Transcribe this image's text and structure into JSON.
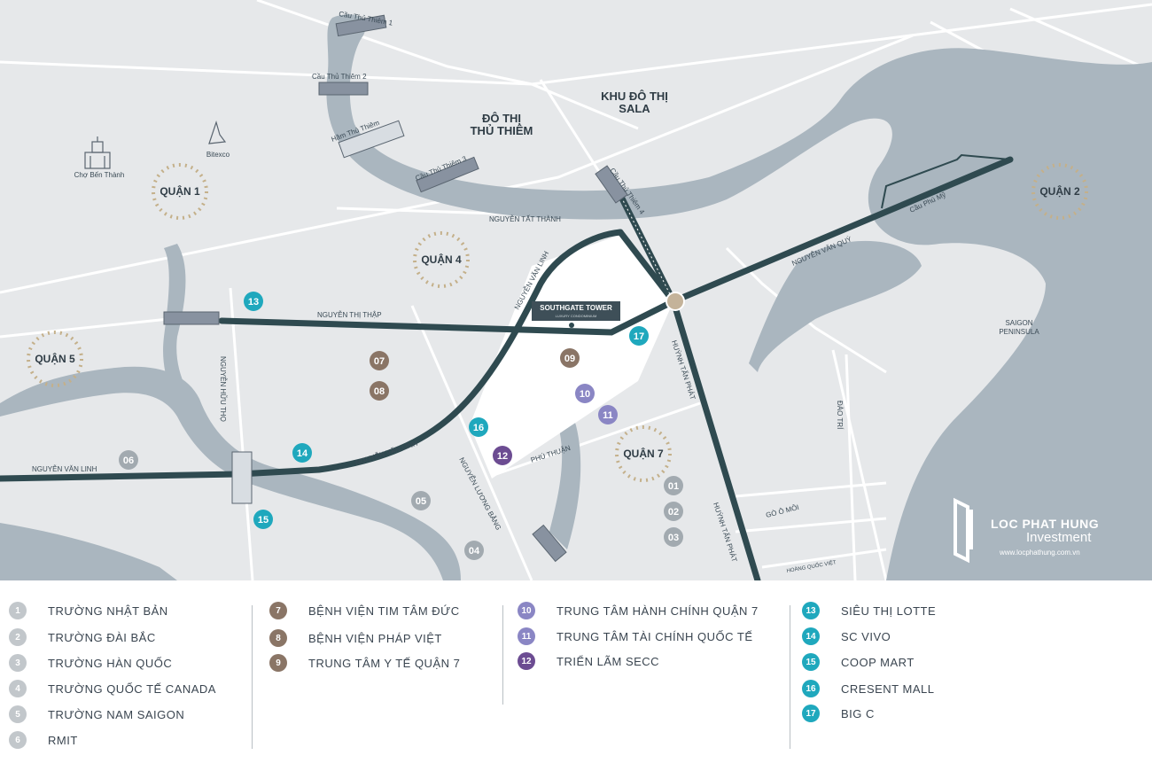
{
  "colors": {
    "land": "#e6e8ea",
    "water": "#aab6bf",
    "road_major": "#2f4a50",
    "project": "#ffffff",
    "brown": "#8a7566",
    "purple_light": "#8a86c4",
    "purple_dark": "#6c4c92",
    "teal": "#1fa8bd",
    "gray_poi": "#a2aab0"
  },
  "map": {
    "districts": [
      "QUẬN 1",
      "QUẬN 2",
      "QUẬN 4",
      "QUẬN 5",
      "QUẬN 7"
    ],
    "areas": {
      "sala": [
        "KHU ĐÔ THỊ",
        "SALA"
      ],
      "thu_thiem": [
        "ĐÔ THỊ",
        "THỦ THIÊM"
      ]
    },
    "bridges": [
      "Cầu Thủ Thiêm 1",
      "Cầu Thủ Thiêm 2",
      "Hầm Thủ Thiêm",
      "Cầu Thủ Thiêm 3",
      "Cầu Thủ Thiêm 4",
      "Cầu Phú Mỹ"
    ],
    "landmarks": {
      "cho_ben_thanh": "Chợ Bến Thành",
      "bitexco": "Bitexco",
      "saigon_peninsula": [
        "SAIGON",
        "PENINSULA"
      ]
    },
    "roads": [
      "NGUYỄN TẤT THÀNH",
      "NGUYỄN VĂN LINH",
      "NGUYỄN THỊ THẬP",
      "NGUYỄN VĂN QUỲ",
      "HUỲNH TẤN PHÁT",
      "NGUYỄN HỮU THỌ",
      "NGUYỄN VĂN LINH",
      "NGUYỄN VĂN LINH",
      "PHÚ THUẬN",
      "NGUYỄN LƯƠNG BẰNG",
      "ĐÀO TRÍ",
      "GÒ Ô MÔI",
      "HOÀNG QUỐC VIỆT",
      "HUỲNH TẤN PHÁT"
    ],
    "project": {
      "name": "SOUTHGATE TOWER",
      "subtitle": "LUXURY CONDOMINIUM"
    },
    "pois": [
      "13",
      "17",
      "07",
      "09",
      "08",
      "10",
      "11",
      "16",
      "12",
      "14",
      "06",
      "05",
      "15",
      "04",
      "01",
      "02",
      "03"
    ]
  },
  "brand": {
    "name": "LOC PHAT HUNG",
    "sub": "Investment",
    "url": "www.locphathung.com.vn"
  },
  "legend": [
    {
      "num": "1",
      "label": "TRƯỜNG NHẬT BẢN",
      "color": "gray"
    },
    {
      "num": "2",
      "label": "TRƯỜNG ĐÀI BẮC",
      "color": "gray"
    },
    {
      "num": "3",
      "label": "TRƯỜNG HÀN QUỐC",
      "color": "gray"
    },
    {
      "num": "4",
      "label": "TRƯỜNG QUỐC TẾ CANADA",
      "color": "gray"
    },
    {
      "num": "5",
      "label": "TRƯỜNG NAM SAIGON",
      "color": "gray"
    },
    {
      "num": "6",
      "label": "RMIT",
      "color": "gray"
    },
    {
      "num": "7",
      "label": "BỆNH VIỆN TIM TÂM ĐỨC",
      "color": "brown"
    },
    {
      "num": "8",
      "label": "BỆNH VIỆN PHÁP VIỆT",
      "color": "brown"
    },
    {
      "num": "9",
      "label": "TRUNG TÂM Y TẾ QUẬN 7",
      "color": "brown"
    },
    {
      "num": "10",
      "label": "TRUNG TÂM HÀNH CHÍNH QUẬN 7",
      "color": "purple_light"
    },
    {
      "num": "11",
      "label": "TRUNG TÂM TÀI CHÍNH QUỐC TẾ",
      "color": "purple_light"
    },
    {
      "num": "12",
      "label": "TRIỂN LÃM SECC",
      "color": "purple_dark"
    },
    {
      "num": "13",
      "label": "SIÊU THỊ LOTTE",
      "color": "teal"
    },
    {
      "num": "14",
      "label": "SC VIVO",
      "color": "teal"
    },
    {
      "num": "15",
      "label": "COOP MART",
      "color": "teal"
    },
    {
      "num": "16",
      "label": "CRESENT MALL",
      "color": "teal"
    },
    {
      "num": "17",
      "label": "BIG C",
      "color": "teal"
    }
  ]
}
